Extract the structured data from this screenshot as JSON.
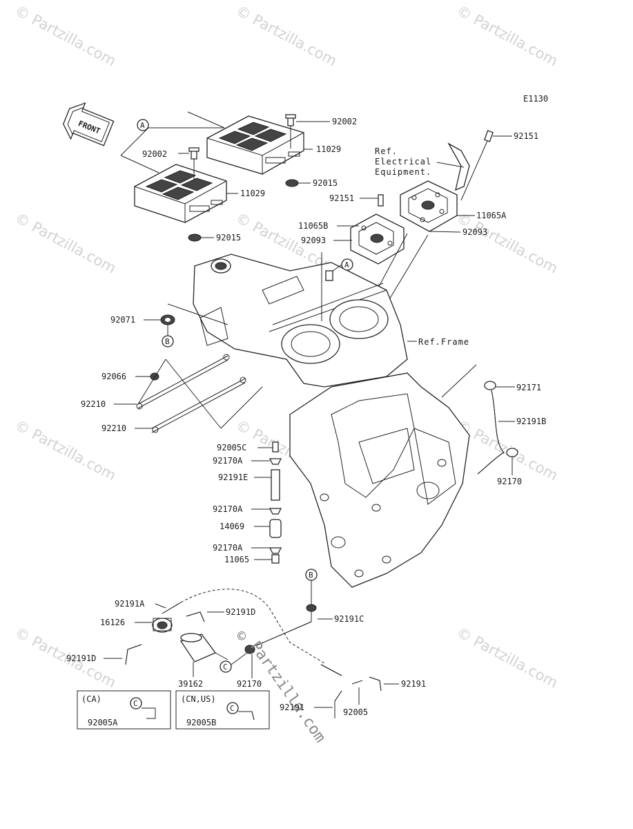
{
  "diagram_code": "E1130",
  "front_label": "FRONT",
  "callouts": {
    "A": "A",
    "B": "B",
    "C": "C"
  },
  "references": {
    "electrical": [
      "Ref.",
      "Electrical",
      "Equipment."
    ],
    "frame": "Ref.Frame"
  },
  "parts": {
    "p92002_top": "92002",
    "p11029_top": "11029",
    "p92002_mid": "92002",
    "p92015_right": "92015",
    "p11029_low": "11029",
    "p92015_low": "92015",
    "p92151_top": "92151",
    "p92151_mid": "92151",
    "p11065A": "11065A",
    "p11065B": "11065B",
    "p92093_left": "92093",
    "p92093_right": "92093",
    "p92071": "92071",
    "p92066": "92066",
    "p92210_a": "92210",
    "p92210_b": "92210",
    "p92005C": "92005C",
    "p92170A_1": "92170A",
    "p92191E": "92191E",
    "p92170A_2": "92170A",
    "p14069": "14069",
    "p92170A_3": "92170A",
    "p11065": "11065",
    "p92171": "92171",
    "p92191B": "92191B",
    "p92170_right": "92170",
    "p92191A": "92191A",
    "p92191D_top": "92191D",
    "p16126": "16126",
    "p92191C": "92191C",
    "p92191D_left": "92191D",
    "p39162": "39162",
    "p92170_low": "92170",
    "p92191_right": "92191",
    "p92191_low": "92191",
    "p92005": "92005",
    "p92005A": "92005A",
    "p92005B": "92005B"
  },
  "variant_boxes": {
    "ca": "(CA)",
    "cn_us": "(CN,US)"
  },
  "watermark": "© Partzilla.com",
  "copyright_mark": "©",
  "center_watermark": "Partzilla.com"
}
